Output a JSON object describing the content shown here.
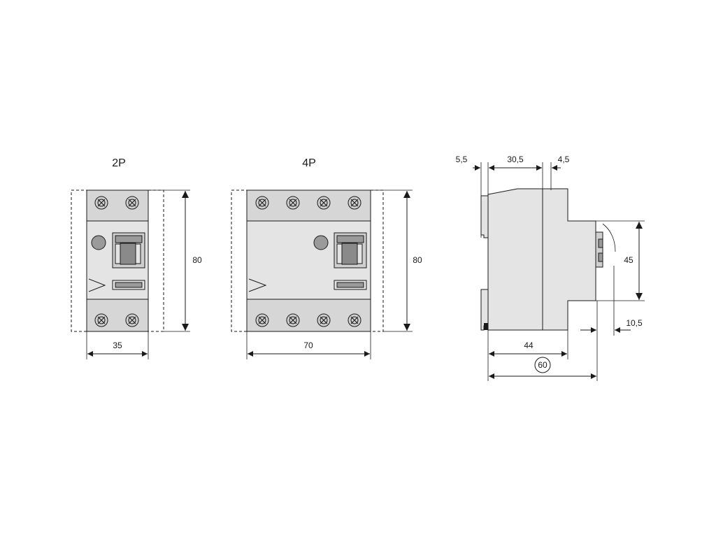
{
  "views": {
    "two_pole": {
      "title": "2P",
      "width_label": "35",
      "height_label": "80"
    },
    "four_pole": {
      "title": "4P",
      "width_label": "70",
      "height_label": "80"
    },
    "side": {
      "top_labels": {
        "left": "5,5",
        "middle": "30,5",
        "right": "4,5"
      },
      "height_label": "45",
      "step_label": "10,5",
      "depth_label": "44",
      "total_label": "60"
    }
  },
  "colors": {
    "outline": "#1a1a1a",
    "body": "#e4e4e4",
    "panel": "#d6d6d6",
    "handle": "#9a9a9a"
  }
}
